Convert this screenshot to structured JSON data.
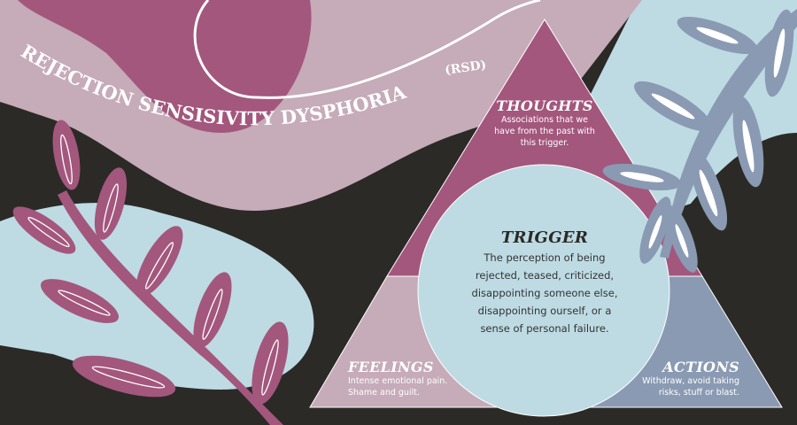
{
  "title": {
    "main": "REJECTION SENSISIVITY DYSPHORIA",
    "abbr": "(RSD)"
  },
  "thoughts": {
    "heading": "THOUGHTS",
    "text": [
      "Associations that we",
      "have from the past with",
      "this trigger."
    ]
  },
  "trigger": {
    "heading": "TRIGGER",
    "text": [
      "The perception of being",
      "rejected, teased, criticized,",
      "disappointing someone else,",
      "disappointing ourself, or a",
      "sense of personal failure."
    ]
  },
  "feelings": {
    "heading": "FEELINGS",
    "text": [
      "Intense emotional pain.",
      "Shame and guilt."
    ]
  },
  "actions": {
    "heading": "ACTIONS",
    "text": [
      "Withdraw, avoid taking",
      "risks, stuff or blast."
    ]
  },
  "colors": {
    "dark": "#2b2a26",
    "mauve": "#a3577d",
    "pink": "#c6abb8",
    "lightblue": "#bedbe4",
    "slate": "#8a9ab3"
  }
}
